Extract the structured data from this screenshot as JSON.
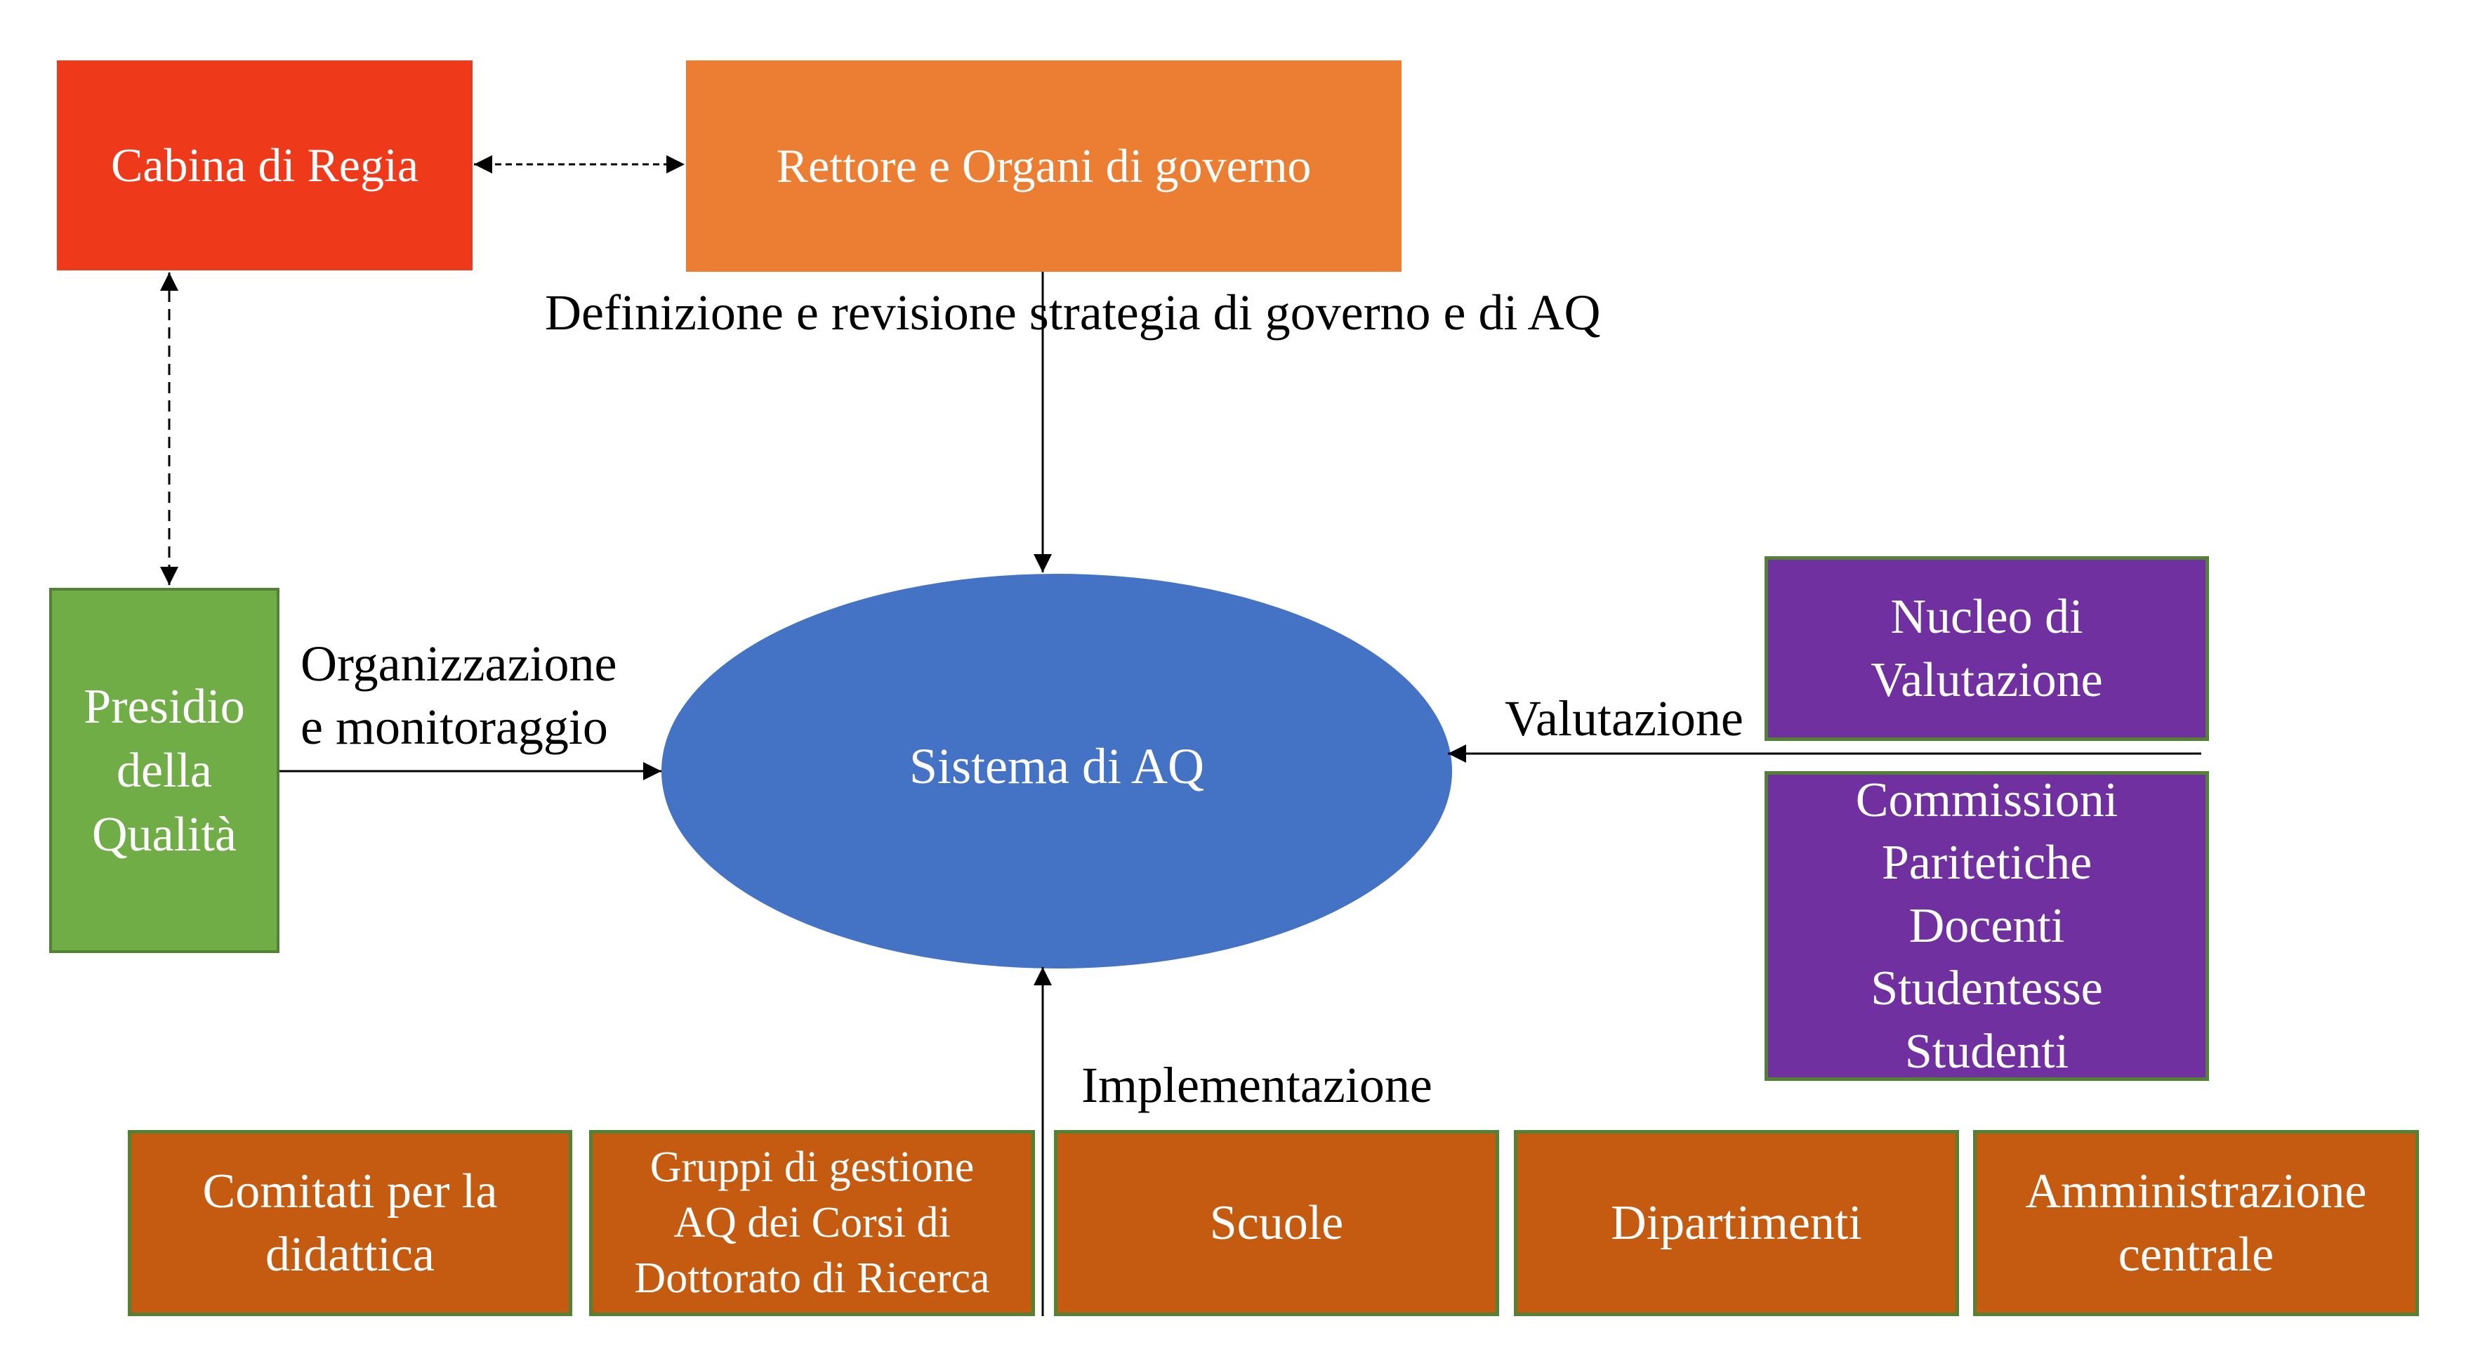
{
  "diagram": {
    "nodes": {
      "cabina": {
        "lines": [
          "Cabina di Regia"
        ],
        "color": "#EE3A1A"
      },
      "rettore": {
        "lines": [
          "Rettore e Organi di governo"
        ],
        "color": "#EC7E33"
      },
      "presidio": {
        "lines": [
          "Presidio",
          "della",
          "Qualità"
        ],
        "color": "#70AD47"
      },
      "sistema": {
        "lines": [
          "Sistema di AQ"
        ],
        "color": "#4472C4"
      },
      "nucleo": {
        "lines": [
          "Nucleo di",
          "Valutazione"
        ],
        "color": "#7030A0"
      },
      "commissioni": {
        "lines": [
          "Commissioni",
          "Paritetiche",
          "Docenti",
          "Studentesse",
          "Studenti"
        ],
        "color": "#7030A0"
      },
      "bottom": [
        {
          "lines": [
            "Comitati per la",
            "didattica"
          ]
        },
        {
          "lines": [
            "Gruppi di gestione",
            "AQ dei Corsi di",
            "Dottorato di Ricerca"
          ]
        },
        {
          "lines": [
            "Scuole"
          ]
        },
        {
          "lines": [
            "Dipartimenti"
          ]
        },
        {
          "lines": [
            "Amministrazione",
            "centrale"
          ]
        }
      ],
      "bottom_color": "#C55A11",
      "border_color": "#548235"
    },
    "edge_labels": {
      "definizione": [
        "Definizione e revisione strategia di governo e di AQ"
      ],
      "organizzazione": [
        "Organizzazione",
        "e monitoraggio"
      ],
      "valutazione": [
        "Valutazione"
      ],
      "implementazione": [
        "Implementazione"
      ]
    },
    "edges": [
      {
        "from": "cabina",
        "to": "rettore",
        "style": "dashed",
        "direction": "both"
      },
      {
        "from": "cabina",
        "to": "presidio",
        "style": "dashed",
        "direction": "both"
      },
      {
        "from": "rettore",
        "to": "sistema",
        "style": "solid",
        "label": "definizione"
      },
      {
        "from": "presidio",
        "to": "sistema",
        "style": "solid",
        "label": "organizzazione"
      },
      {
        "from": "nucleo/commissioni",
        "to": "sistema",
        "style": "solid",
        "label": "valutazione"
      },
      {
        "from": "bottom",
        "to": "sistema",
        "style": "solid",
        "label": "implementazione"
      }
    ]
  }
}
